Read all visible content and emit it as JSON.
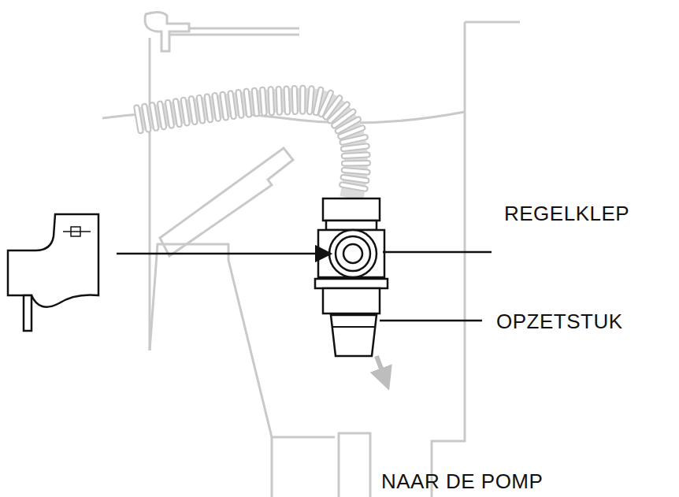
{
  "diagram": {
    "labels": [
      "REGELKLEP",
      "OPZETSTUK",
      "NAAR DE POMP"
    ]
  }
}
